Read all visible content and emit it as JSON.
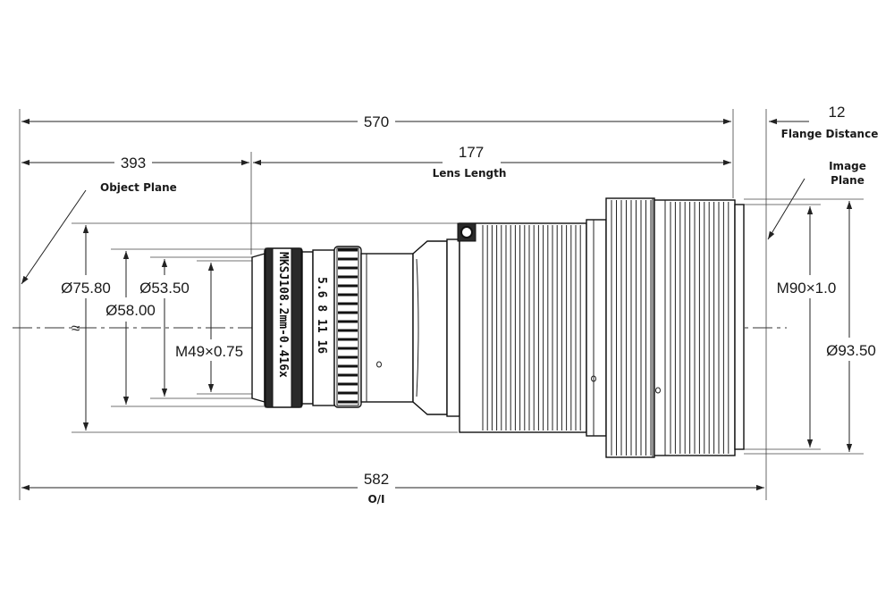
{
  "dimensions": {
    "overall": "570",
    "object_distance": "393",
    "lens_length_value": "177",
    "lens_length_label": "Lens Length",
    "flange_value": "12",
    "flange_label": "Flange Distance",
    "oi_value": "582",
    "oi_label": "O/I"
  },
  "labels": {
    "object_plane": "Object Plane",
    "image_plane_line1": "Image",
    "image_plane_line2": "Plane",
    "wave_symbol": "≈"
  },
  "diameters": {
    "d75": "Ø75.80",
    "d53": "Ø53.50",
    "d58": "Ø58.00",
    "m49": "M49×0.75",
    "m90": "M90×1.0",
    "d93": "Ø93.50"
  },
  "engraving": {
    "front_ring": "MKSJ108.2mm-0.416x",
    "aperture_scale": "5.6 8 11 16"
  }
}
